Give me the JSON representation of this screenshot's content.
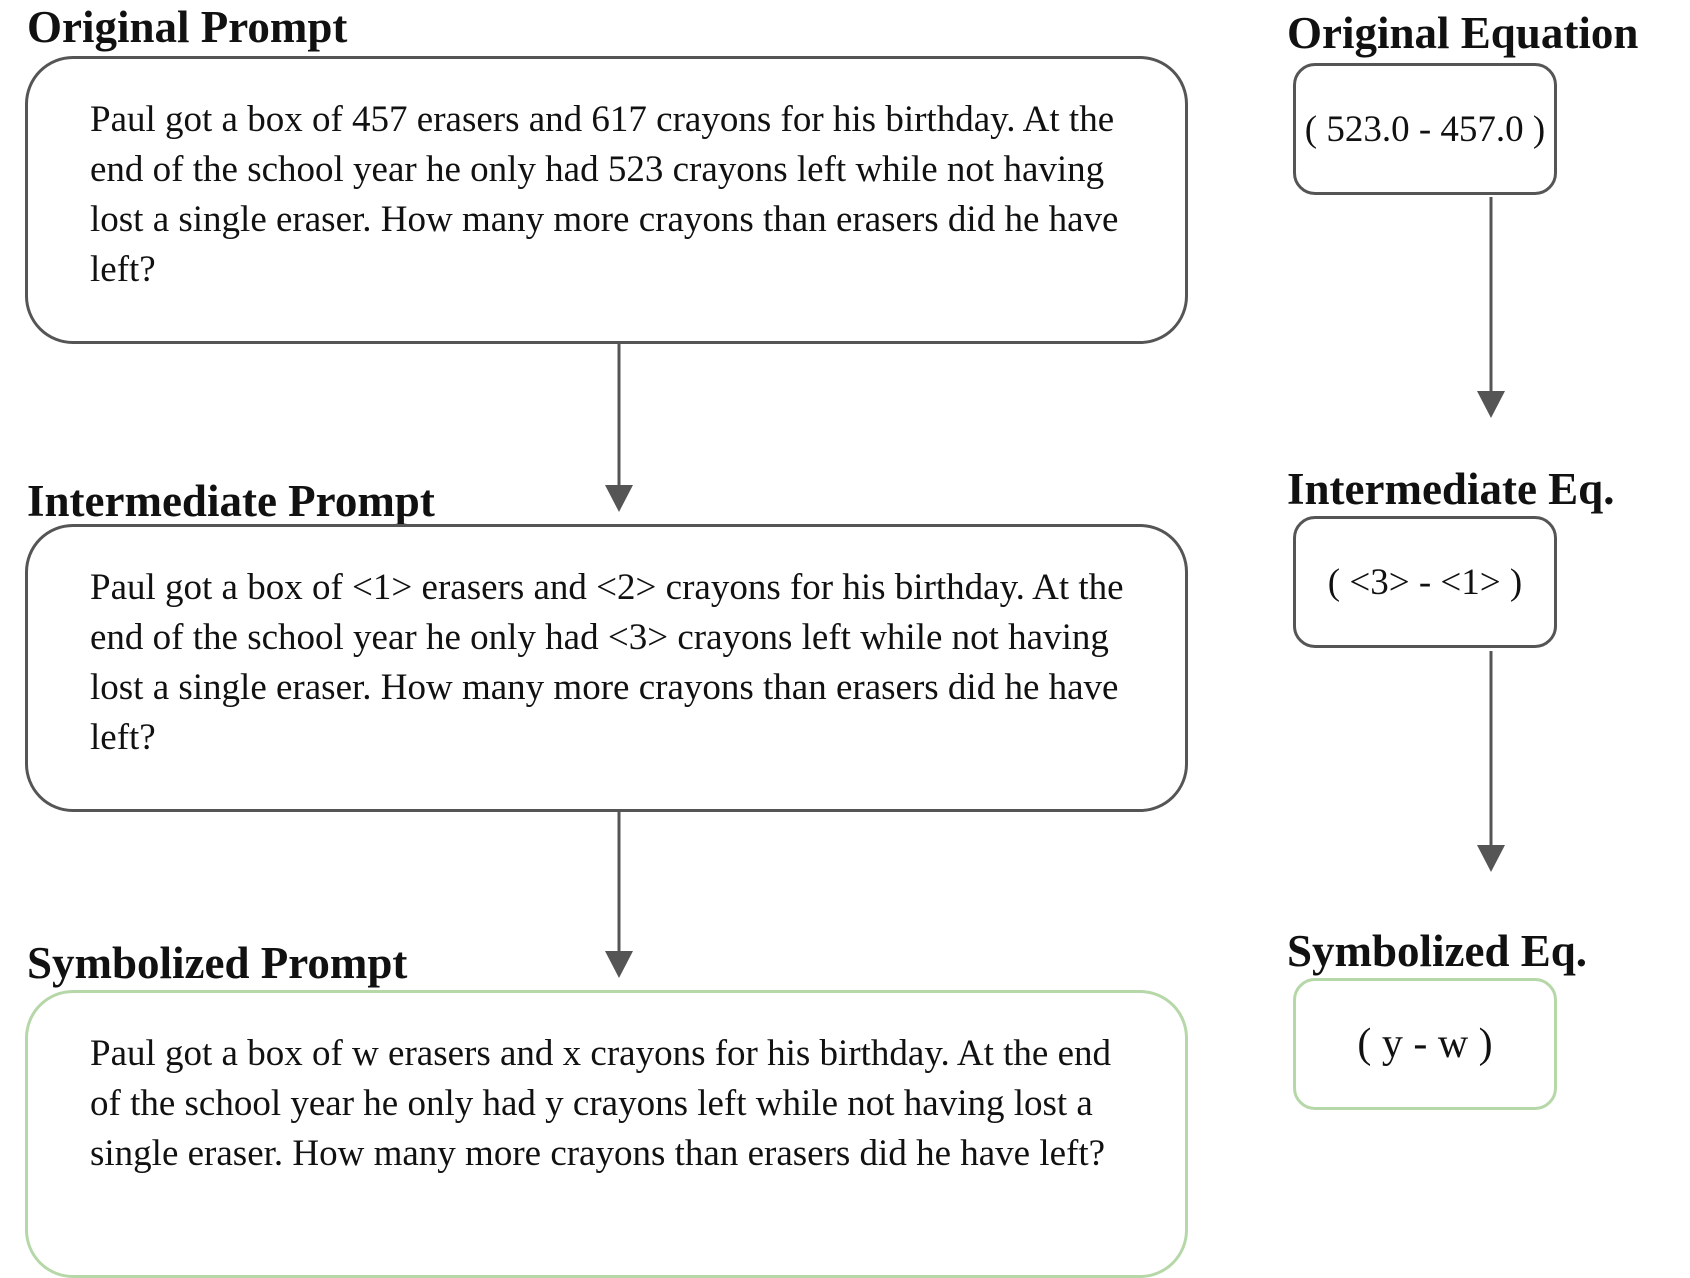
{
  "prompts": {
    "original": {
      "title": "Original Prompt",
      "text": "Paul got a box of 457 erasers and 617 crayons for his birthday. At the end of the school year he only had 523 crayons left while not having lost a single eraser. How many more crayons than erasers did he have left?"
    },
    "intermediate": {
      "title": "Intermediate Prompt",
      "text": "Paul got a box of <1> erasers and <2> crayons for his birthday. At the end of the school year he only had <3> crayons left while not having lost a single eraser. How many more crayons than erasers did he have left?"
    },
    "symbolized": {
      "title": "Symbolized Prompt",
      "text": "Paul got a box of w erasers and x crayons for his birthday. At the end of the school year he only had y crayons left while not having lost a single eraser. How many more crayons than erasers did he have left?"
    }
  },
  "equations": {
    "original": {
      "title": "Original Equation",
      "text": "( 523.0 - 457.0 )"
    },
    "intermediate": {
      "title": "Intermediate Eq.",
      "text": "( <3> - <1> )"
    },
    "symbolized": {
      "title": "Symbolized Eq.",
      "text": "( y - w )"
    }
  },
  "colors": {
    "box_border": "#555555",
    "final_box_border": "#b6d7a8",
    "arrow": "#555555"
  }
}
